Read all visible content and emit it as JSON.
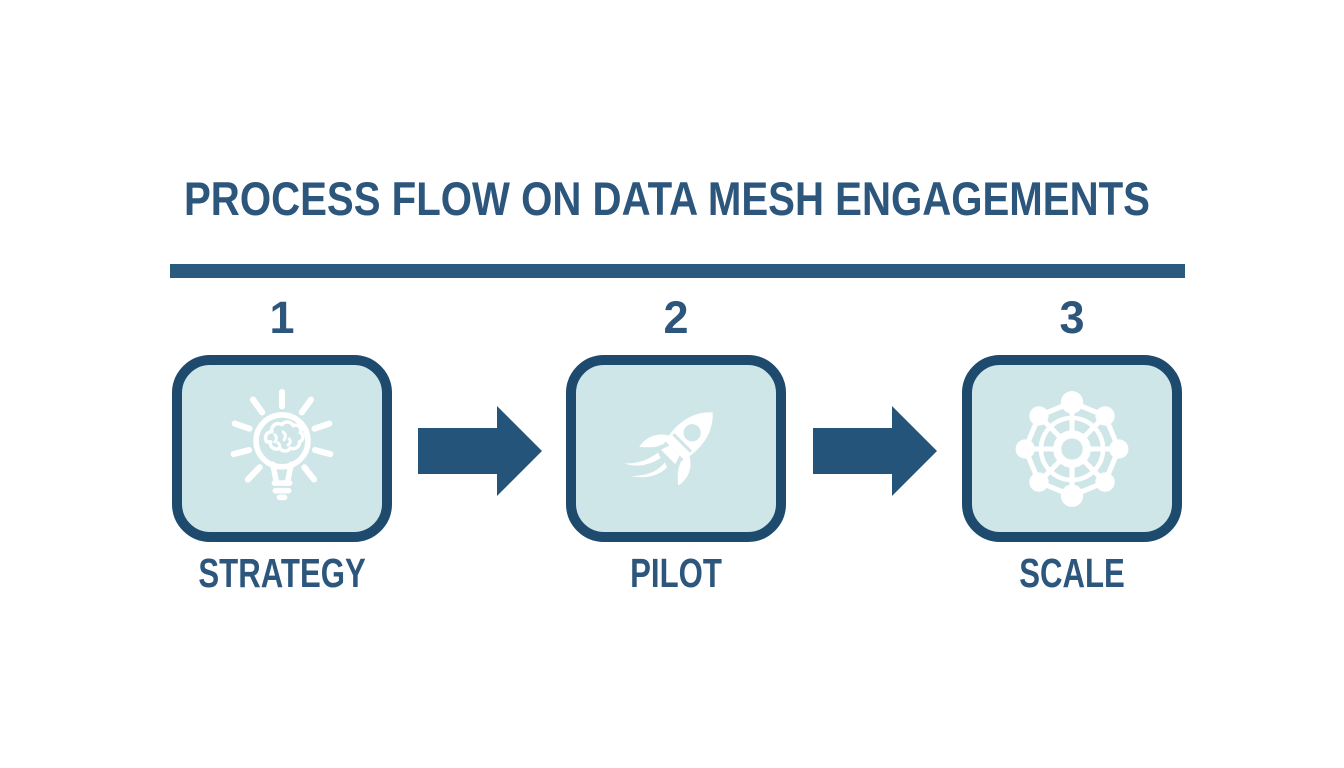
{
  "title": "PROCESS FLOW ON DATA MESH ENGAGEMENTS",
  "steps": [
    {
      "number": "1",
      "label": "STRATEGY",
      "icon": "lightbulb-brain-icon"
    },
    {
      "number": "2",
      "label": "PILOT",
      "icon": "rocket-icon"
    },
    {
      "number": "3",
      "label": "SCALE",
      "icon": "mesh-network-icon"
    }
  ],
  "colors": {
    "background": "#ffffff",
    "heading_text": "#2d567d",
    "divider_bar": "#2b5a7f",
    "box_border": "#1e4b6d",
    "box_fill": "#cfe6e9",
    "arrow": "#25547a",
    "icon": "#ffffff"
  }
}
